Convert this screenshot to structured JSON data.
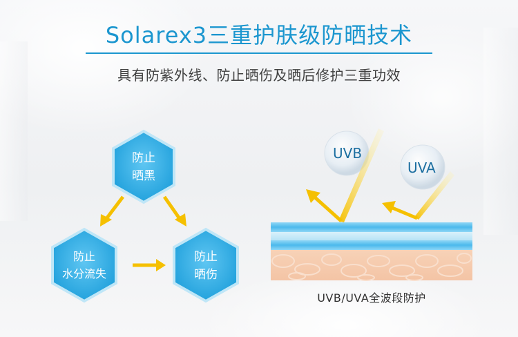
{
  "header": {
    "title": "Solarex3三重护肤级防晒技术",
    "subtitle": "具有防紫外线、防止晒伤及晒后修护三重功效"
  },
  "hexagons": {
    "top": {
      "line1": "防止",
      "line2": "晒黑"
    },
    "left": {
      "line1": "防止",
      "line2": "水分流失"
    },
    "right": {
      "line1": "防止",
      "line2": "晒伤"
    }
  },
  "uv_diagram": {
    "uvb_label": "UVB",
    "uva_label": "UVA",
    "caption": "UVB/UVA全波段防护"
  },
  "colors": {
    "title_blue": "#1b96cf",
    "hex_blue": "#2aa7e0",
    "arrow_yellow": "#f5c000"
  }
}
